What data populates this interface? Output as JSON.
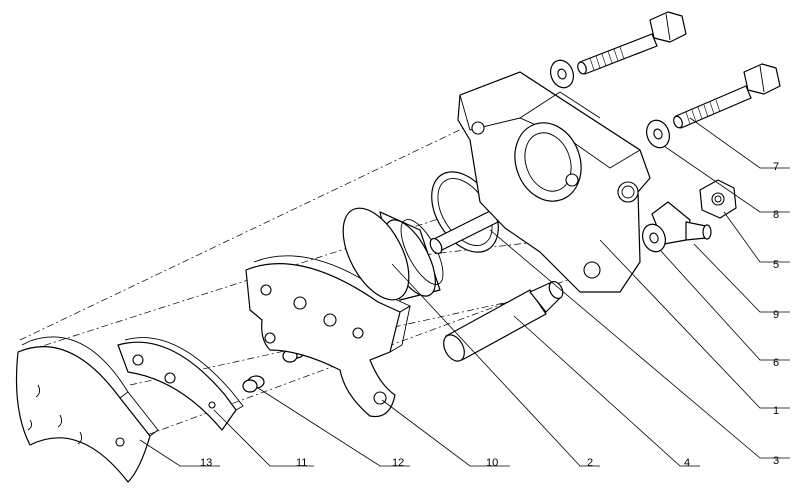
{
  "diagram": {
    "callouts": [
      {
        "id": "7",
        "text": "7"
      },
      {
        "id": "8",
        "text": "8"
      },
      {
        "id": "5",
        "text": "5"
      },
      {
        "id": "9",
        "text": "9"
      },
      {
        "id": "6",
        "text": "6"
      },
      {
        "id": "1",
        "text": "1"
      },
      {
        "id": "3",
        "text": "3"
      },
      {
        "id": "4",
        "text": "4"
      },
      {
        "id": "2",
        "text": "2"
      },
      {
        "id": "10",
        "text": "10"
      },
      {
        "id": "12",
        "text": "12"
      },
      {
        "id": "11",
        "text": "11"
      },
      {
        "id": "13",
        "text": "13"
      }
    ]
  }
}
